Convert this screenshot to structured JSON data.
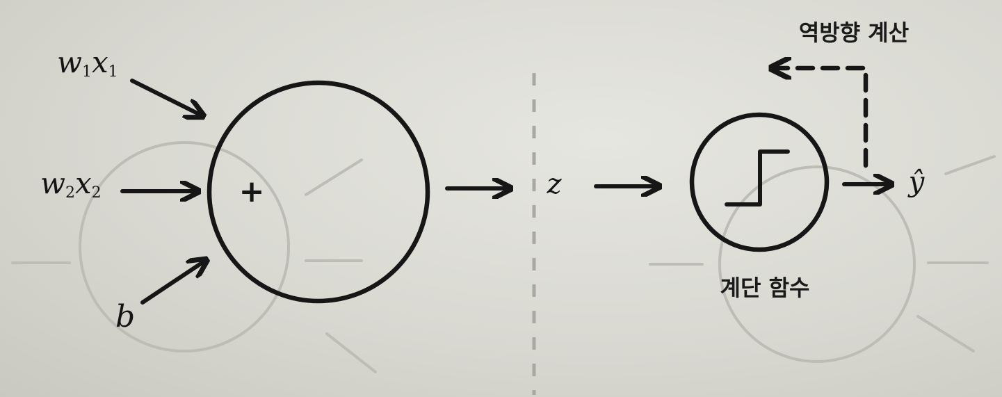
{
  "inputs": {
    "w1x1": {
      "var1": "w",
      "sub1": "1",
      "var2": "x",
      "sub2": "1"
    },
    "w2x2": {
      "var1": "w",
      "sub1": "2",
      "var2": "x",
      "sub2": "2"
    },
    "b": "b"
  },
  "sum_node": {
    "symbol": "+"
  },
  "z_label": "z",
  "output_label": "ŷ",
  "step_function_label": "계단 함수",
  "backward_label": "역방향 계산",
  "colors": {
    "ink": "#161616",
    "paper": "#dcdcd5",
    "ghost": "#bdbdb6"
  }
}
